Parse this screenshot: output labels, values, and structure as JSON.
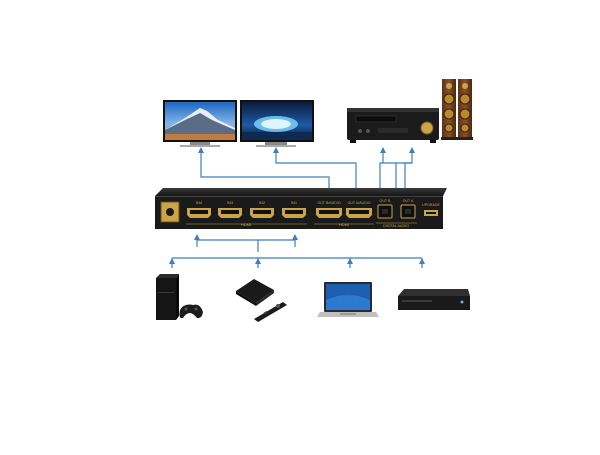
{
  "switch": {
    "input_labels": [
      "IN4",
      "IN3",
      "IN2",
      "IN1"
    ],
    "input_group_label": "HDMI",
    "output_labels": [
      "OUT B/AUDIO",
      "OUT A/AUDIO"
    ],
    "output_group_label": "HDMI",
    "audio_labels": [
      "OUT B",
      "OUT A"
    ],
    "audio_group_label": "DIGITAL AUDIO",
    "upgrade_label": "UPGRADE"
  },
  "colors": {
    "connector_line": "#3f7fc0",
    "device_body": "#1c1c1c",
    "port_gold": "#c9a44a",
    "screen_blue": "#2f6fb8"
  },
  "icons": {
    "displays": [
      "tv-mountain-scene-icon",
      "tv-city-night-icon"
    ],
    "audio": [
      "av-receiver-icon",
      "tower-speaker-icon"
    ],
    "sources": [
      "game-console-tower-icon",
      "streaming-box-icon",
      "laptop-icon",
      "game-console-flat-icon"
    ]
  }
}
